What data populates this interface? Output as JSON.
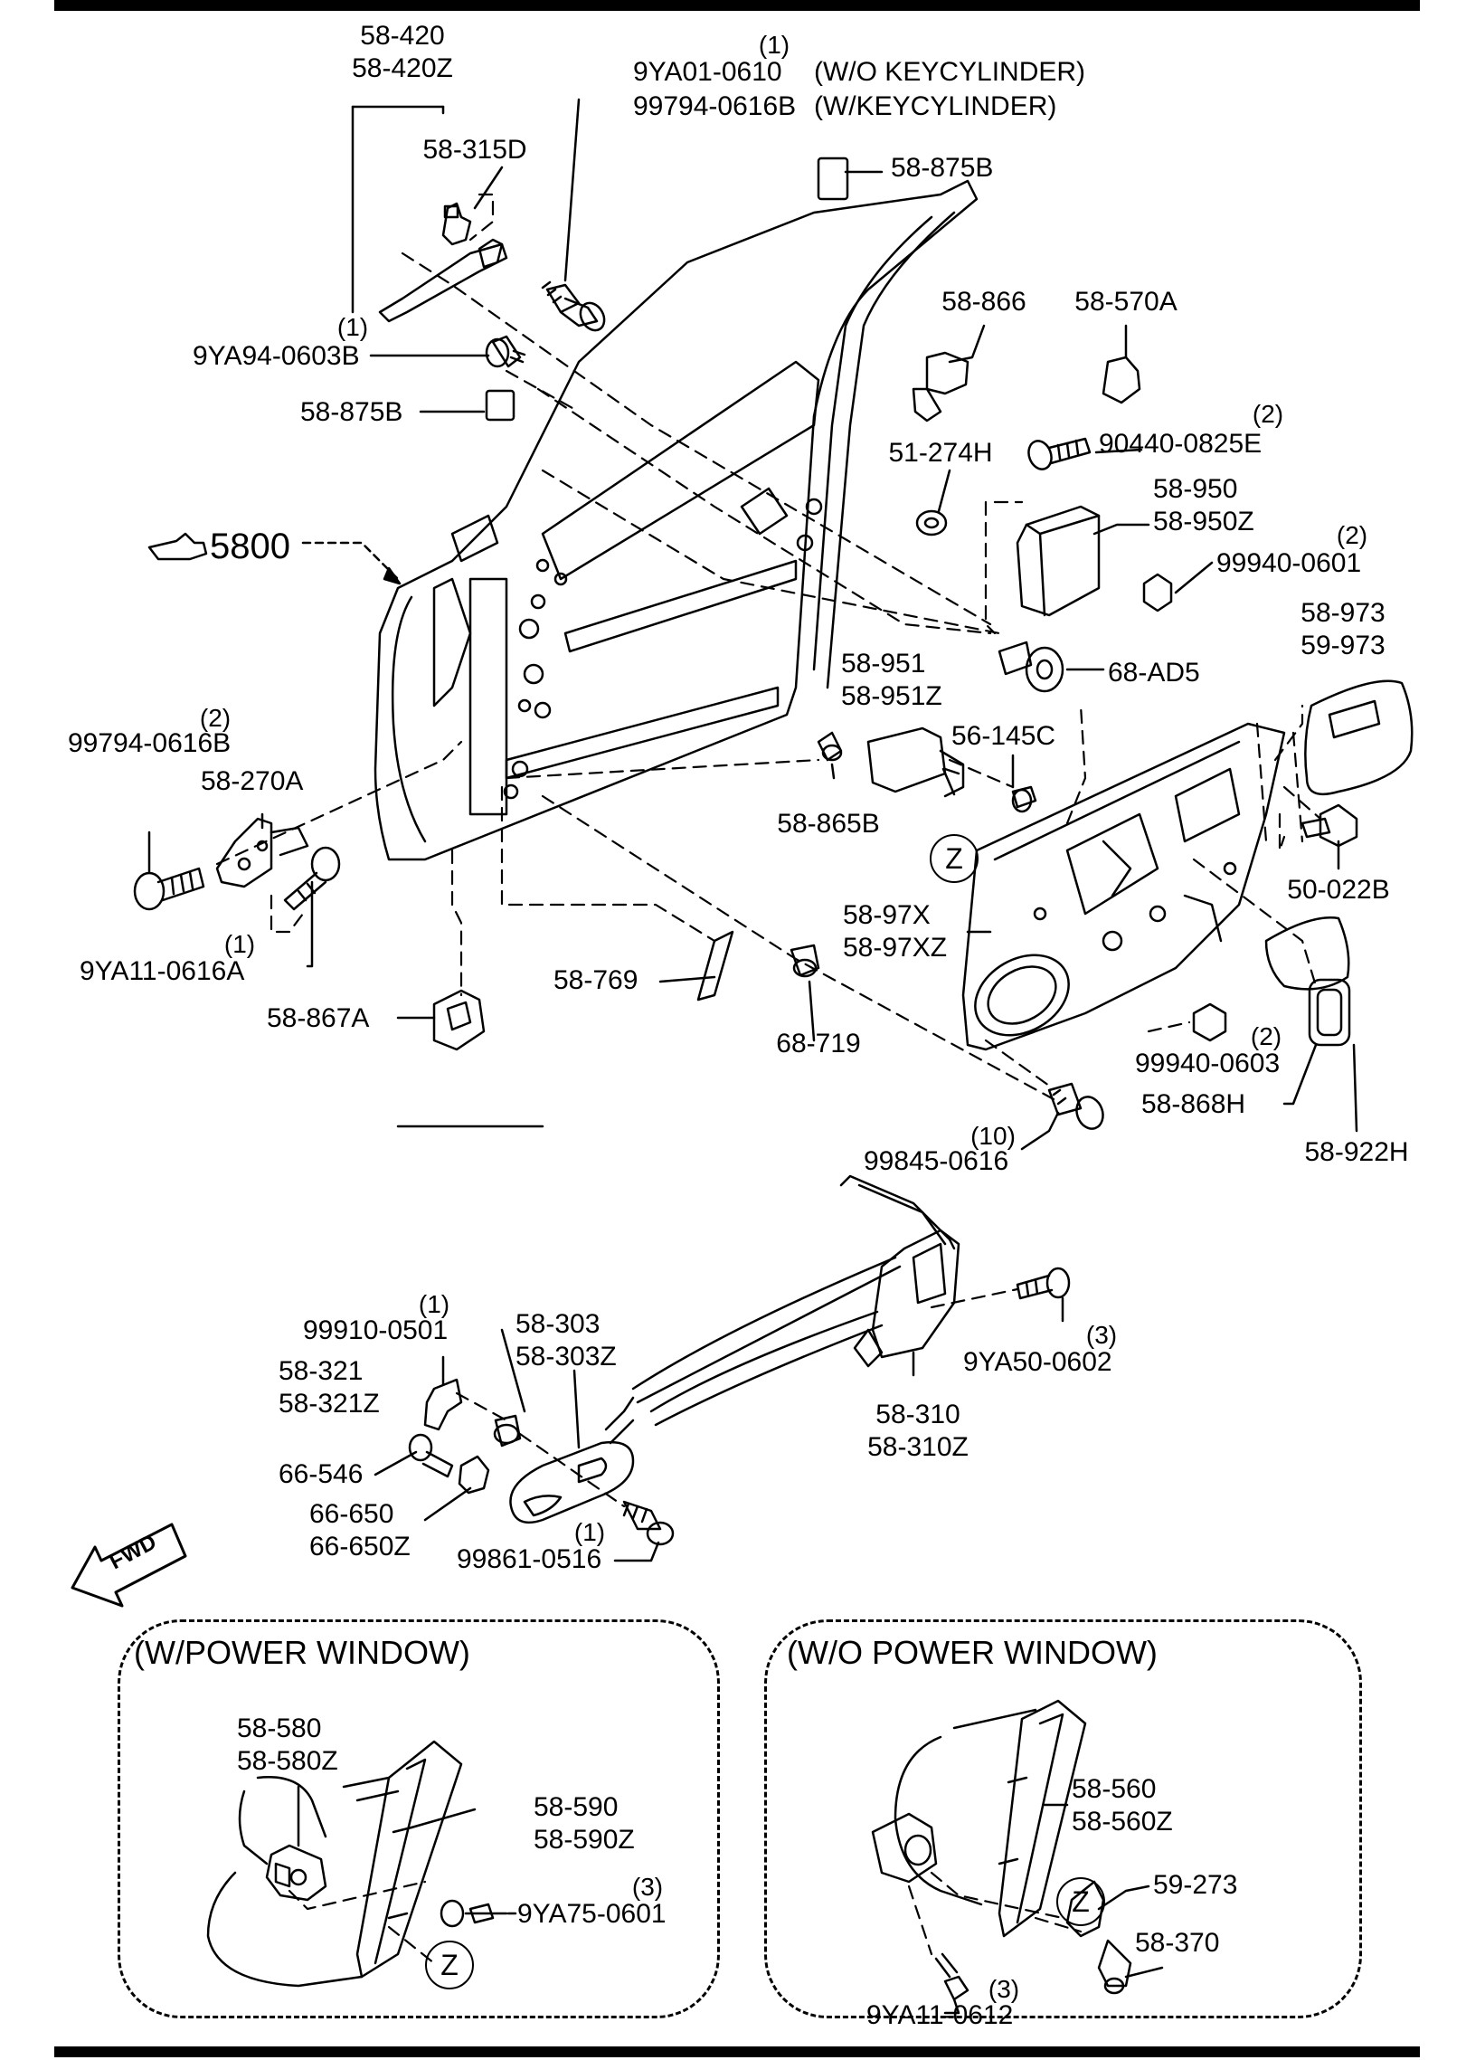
{
  "labels": {
    "p58_420": "58-420",
    "p58_420z": "58-420Z",
    "p58_315d": "58-315D",
    "p9ya01_qty": "(1)",
    "p9ya01": "9YA01-0610",
    "p9ya01_note": "(W/O KEYCYLINDER)",
    "p99794_b": "99794-0616B",
    "p99794_b_note": "(W/KEYCYLINDER)",
    "p58_875b_top": "58-875B",
    "p9ya94_qty": "(1)",
    "p9ya94": "9YA94-0603B",
    "p58_875b_mid": "58-875B",
    "p58_866": "58-866",
    "p58_570a": "58-570A",
    "p90440_qty": "(2)",
    "p90440": "90440-0825E",
    "p51_274h": "51-274H",
    "p58_950": "58-950",
    "p58_950z": "58-950Z",
    "p99940_top_qty": "(2)",
    "p99940_top": "99940-0601",
    "p5800": "5800",
    "p58_973": "58-973",
    "p59_973": "59-973",
    "p58_951": "58-951",
    "p58_951z": "58-951Z",
    "p68_ad5": "68-AD5",
    "p56_145c": "56-145C",
    "p99794_l_qty": "(2)",
    "p99794_l": "99794-0616B",
    "p58_270a": "58-270A",
    "p58_865b": "58-865B",
    "z_main": "Z",
    "p50_022b": "50-022B",
    "p58_97x": "58-97X",
    "p58_97xz": "58-97XZ",
    "p9ya11_qty": "(1)",
    "p9ya11": "9YA11-0616A",
    "p58_769": "58-769",
    "p58_867a": "58-867A",
    "p68_719": "68-719",
    "p99940_bot_qty": "(2)",
    "p99940_bot": "99940-0603",
    "p58_868h": "58-868H",
    "p58_922h": "58-922H",
    "p99845_qty": "(10)",
    "p99845": "99845-0616",
    "p99910_qty": "(1)",
    "p99910": "99910-0501",
    "p58_303": "58-303",
    "p58_303z": "58-303Z",
    "p58_321": "58-321",
    "p58_321z": "58-321Z",
    "p9ya50_qty": "(3)",
    "p9ya50": "9YA50-0602",
    "p58_310": "58-310",
    "p58_310z": "58-310Z",
    "p66_546": "66-546",
    "p66_650": "66-650",
    "p66_650z": "66-650Z",
    "p99861_qty": "(1)",
    "p99861": "99861-0516",
    "fwd": "FWD"
  },
  "insets": {
    "power": {
      "title": "(W/POWER WINDOW)",
      "p58_580": "58-580",
      "p58_580z": "58-580Z",
      "p58_590": "58-590",
      "p58_590z": "58-590Z",
      "p9ya75_qty": "(3)",
      "p9ya75": "9YA75-0601",
      "z": "Z"
    },
    "manual": {
      "title": "(W/O POWER WINDOW)",
      "p58_560": "58-560",
      "p58_560z": "58-560Z",
      "p59_273": "59-273",
      "p58_370": "58-370",
      "p9ya11_qty": "(3)",
      "p9ya11": "9YA11-0612",
      "z": "Z"
    }
  }
}
